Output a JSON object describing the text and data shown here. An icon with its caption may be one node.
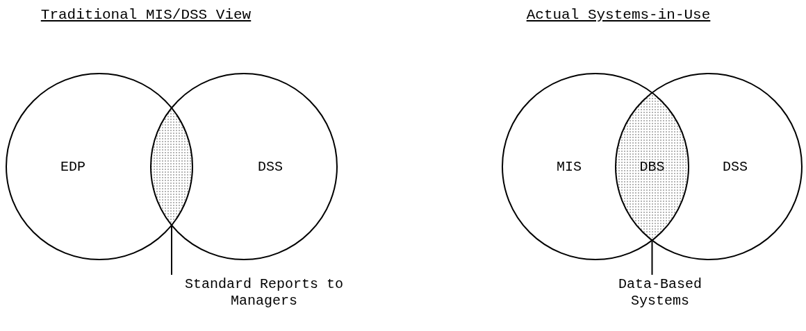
{
  "diagram": {
    "nodes": [
      {
        "text": [
          "EDP"
        ]
      },
      {
        "text": [
          "DSS"
        ]
      },
      {
        "text": [],
        "shape": "lens"
      },
      {
        "text": [
          "Standard Reports to Managers"
        ]
      },
      {
        "text": [
          "MIS"
        ]
      },
      {
        "text": [
          "DSS"
        ]
      },
      {
        "text": [
          "DBS"
        ]
      },
      {
        "text": [
          "Data-Based Systems"
        ]
      }
    ],
    "edges": [
      {
        "from": 3,
        "to": 2,
        "arrow": "none"
      },
      {
        "from": 7,
        "to": 6,
        "arrow": "none"
      }
    ],
    "labels": [
      "Traditional MIS/DSS View",
      "Actual Systems-in-Use"
    ]
  }
}
